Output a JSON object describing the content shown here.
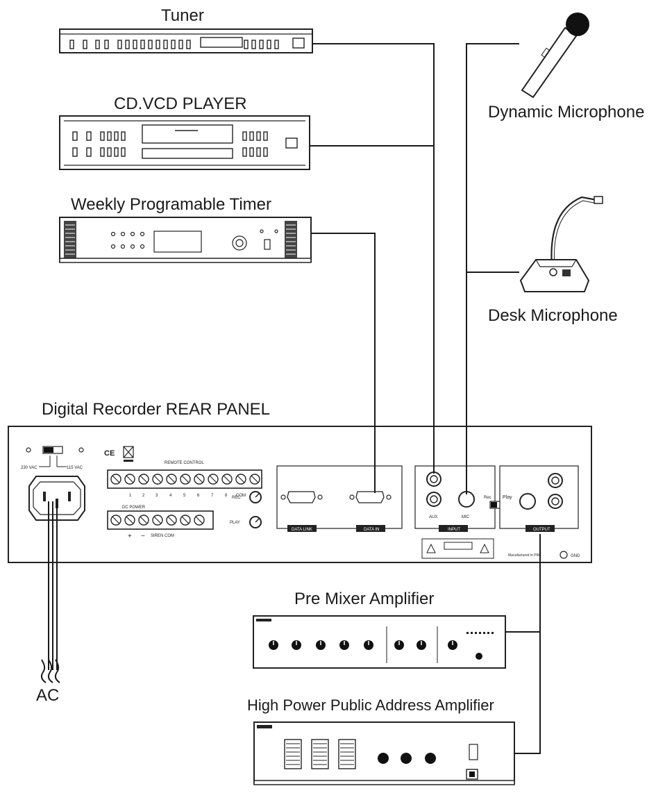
{
  "labels": {
    "tuner": "Tuner",
    "cd_player": "CD.VCD PLAYER",
    "timer": "Weekly Programable Timer",
    "dynamic_mic": "Dynamic Microphone",
    "desk_mic": "Desk Microphone",
    "recorder": "Digital Recorder REAR PANEL",
    "pre_mixer": "Pre Mixer Amplifier",
    "pa_amp": "High Power Public Address Amplifier",
    "ac": "AC"
  },
  "rear_panel": {
    "remote_control": "REMOTE CONTROL",
    "voltage_left": "230 VAC",
    "voltage_right": "115 VAC",
    "terminals": [
      "1",
      "2",
      "3",
      "4",
      "5",
      "6",
      "7",
      "8",
      "COM"
    ],
    "dc_power": "DC POWER",
    "plus": "+",
    "minus": "−",
    "siren_com": "SIREN COM",
    "rec": "REC",
    "play": "PLAY",
    "data_link": "DATA LINK",
    "data_in": "DATA IN",
    "aux": "AUX",
    "mic": "MIC",
    "rec_switch": "Rec",
    "play_switch": "Play",
    "input": "INPUT",
    "output": "OUTPUT",
    "manufactured": "Manufactured in PRC",
    "gnd": "GND",
    "ce": "CE"
  },
  "icons": {
    "microphone": "dynamic-microphone-icon",
    "desk_microphone": "desk-microphone-icon",
    "ac_plug": "wavy-ac-cable-icon"
  }
}
